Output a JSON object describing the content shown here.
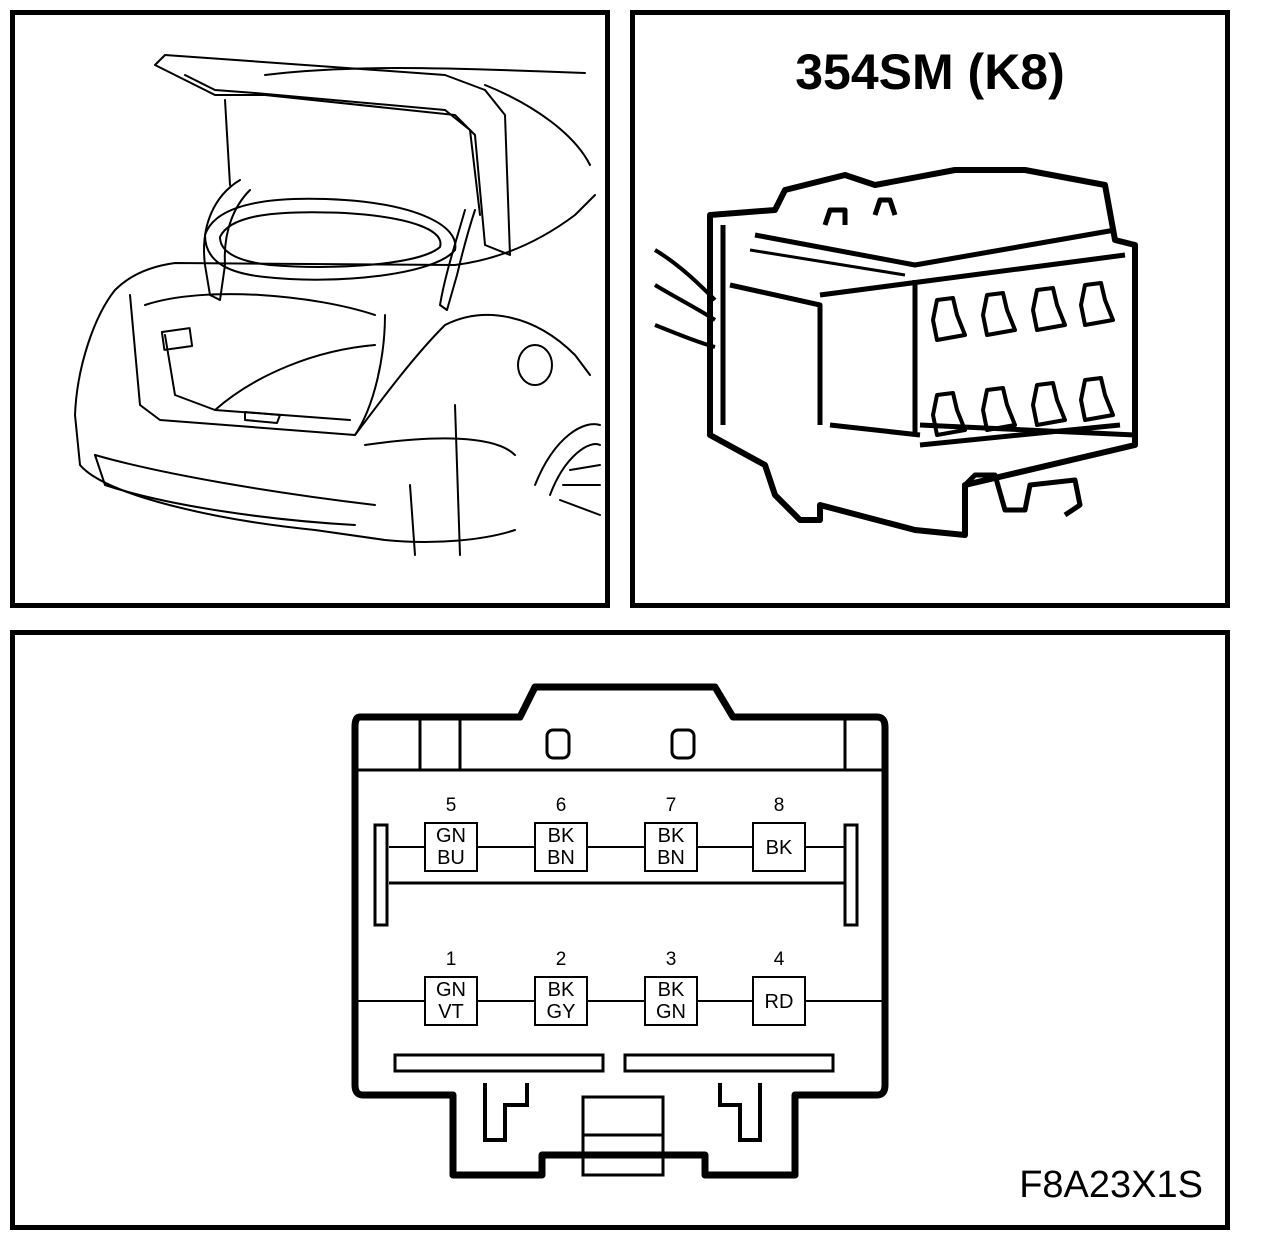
{
  "connector": {
    "title": "354SM (K8)",
    "figure_code": "F8A23X1S"
  },
  "pins": [
    {
      "number": "5",
      "colors": [
        "GN",
        "BU"
      ]
    },
    {
      "number": "6",
      "colors": [
        "BK",
        "BN"
      ]
    },
    {
      "number": "7",
      "colors": [
        "BK",
        "BN"
      ]
    },
    {
      "number": "8",
      "colors": [
        "BK"
      ]
    },
    {
      "number": "1",
      "colors": [
        "GN",
        "VT"
      ]
    },
    {
      "number": "2",
      "colors": [
        "BK",
        "GY"
      ]
    },
    {
      "number": "3",
      "colors": [
        "BK",
        "GN"
      ]
    },
    {
      "number": "4",
      "colors": [
        "RD"
      ]
    }
  ]
}
